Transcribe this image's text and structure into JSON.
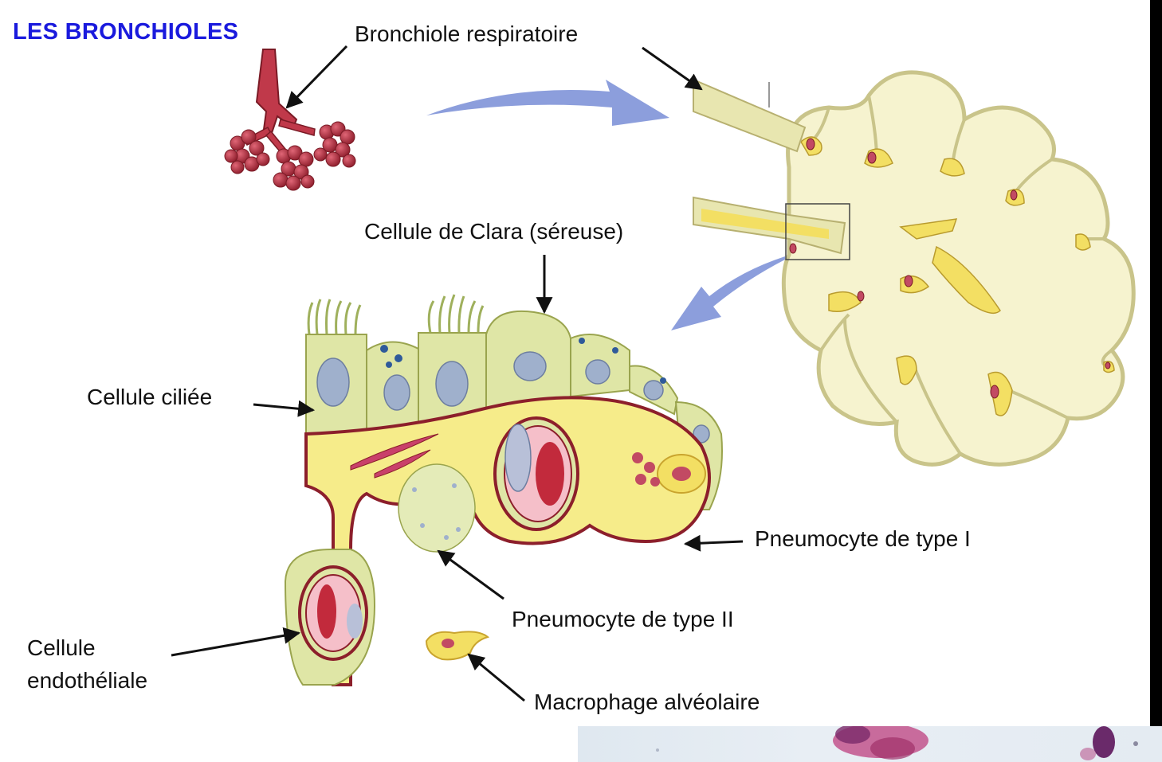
{
  "title": "LES BRONCHIOLES",
  "labels": {
    "bronchiole_respiratoire": "Bronchiole respiratoire",
    "cellule_clara": "Cellule de Clara (séreuse)",
    "cellule_ciliee": "Cellule ciliée",
    "pneumocyte_type_1": "Pneumocyte de type I",
    "pneumocyte_type_2": "Pneumocyte de type II",
    "cellule_endotheliale_line1": "Cellule",
    "cellule_endotheliale_line2": "endothéliale",
    "macrophage_alveolaire": "Macrophage alvéolaire"
  },
  "colors": {
    "title": "#1a1add",
    "arrow_blue": "#7f94d8",
    "tissue_yellow": "#f5ef9c",
    "cell_green": "#dfe6a6",
    "nucleus_blue": "#9fb0cc",
    "vessel_red": "#b3283a",
    "bronchial_tree": "#c0394a"
  }
}
